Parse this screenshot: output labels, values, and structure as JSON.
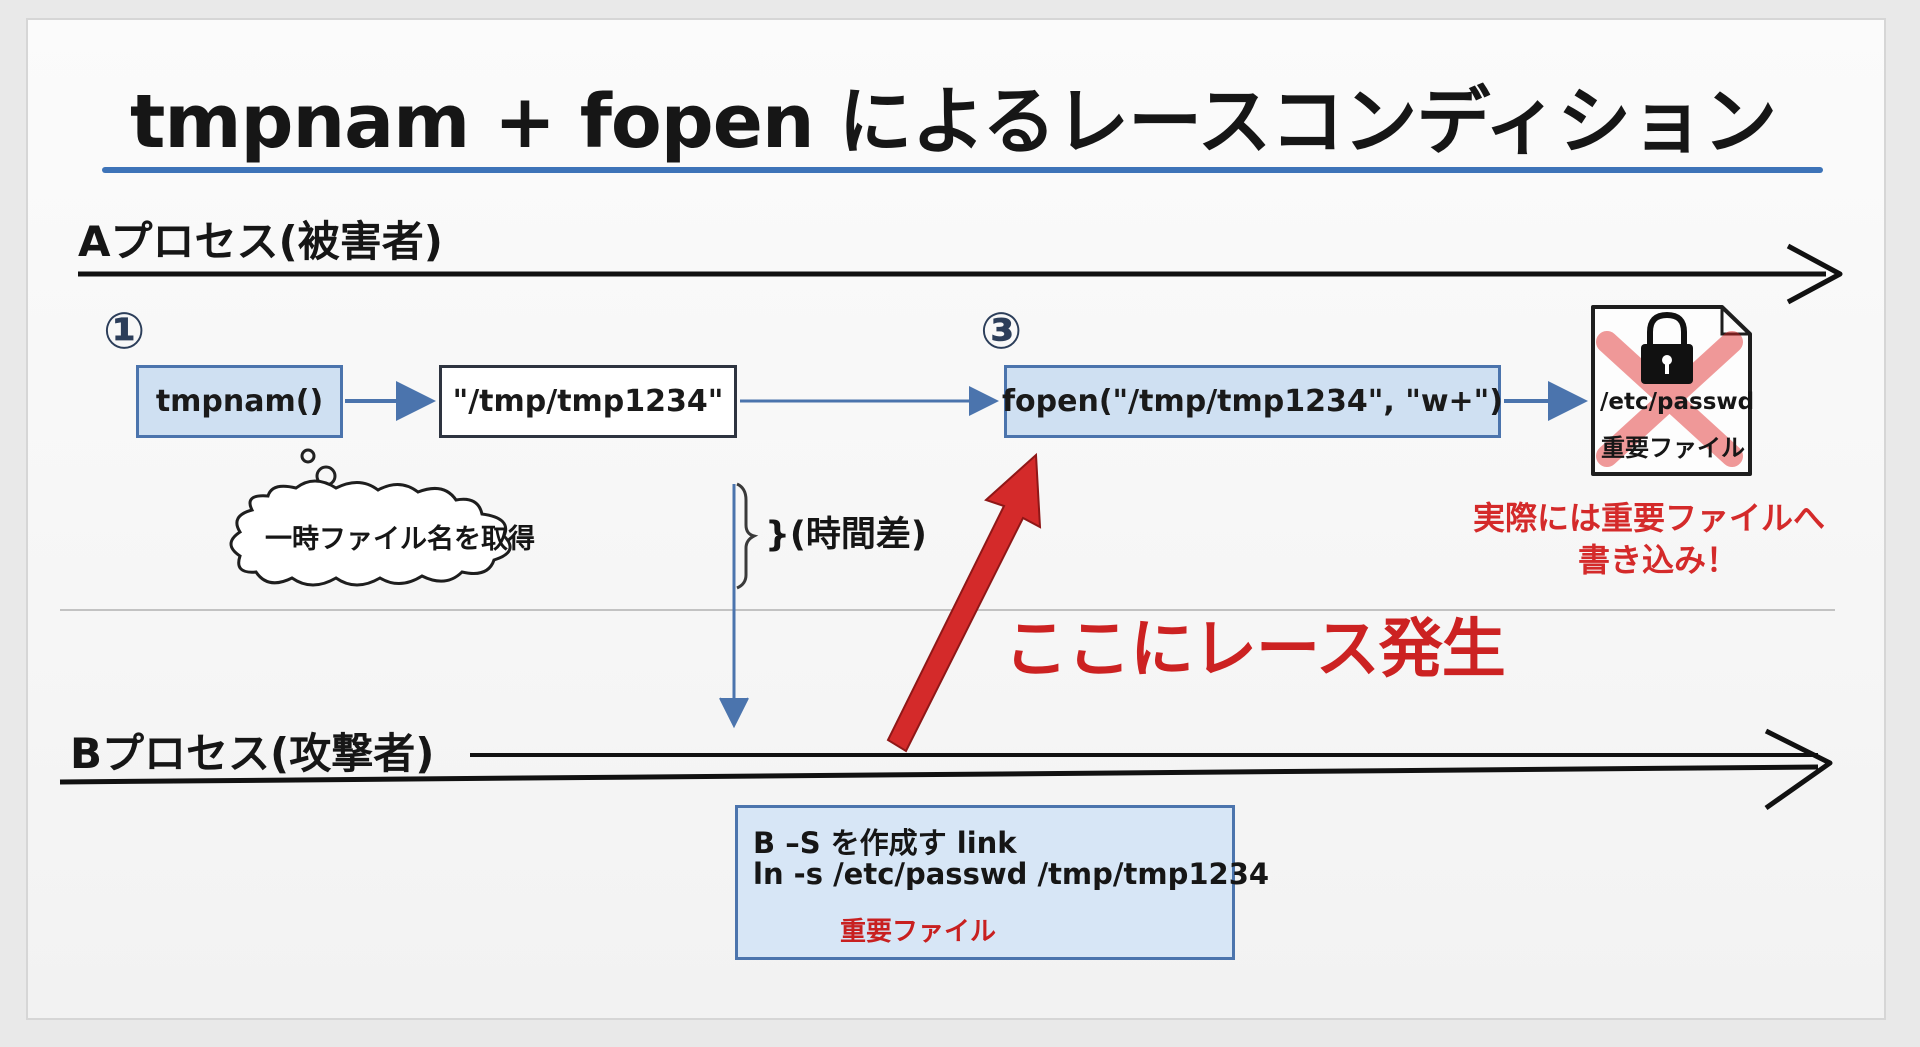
{
  "title": "tmpnam + fopen によるレースコンディション",
  "lanes": {
    "a_label": "Aプロセス(被害者)",
    "b_label": "Bプロセス(攻撃者)"
  },
  "steps": {
    "one": "①",
    "three": "③"
  },
  "boxes": {
    "tmpnam": "tmpnam()",
    "tmp_path": "\"/tmp/tmp1234\"",
    "fopen": "fopen(\"/tmp/tmp1234\", \"w+\")"
  },
  "cloud_text": "一時ファイル名を取得",
  "time_diff": "}(時間差)",
  "race": "ここにレース発生",
  "file": {
    "path": "/etc/passwd",
    "caption": "重要ファイル"
  },
  "real_write": {
    "line1": "実際には重要ファイルへ",
    "line2": "書き込み！"
  },
  "attack": {
    "line1": "B –S を作成す link",
    "line2": "ln -s /etc/passwd /tmp/tmp1234",
    "important": "重要ファイル"
  },
  "colors": {
    "accent_blue": "#4b74ad",
    "box_blue": "#cfe0f2",
    "alert_red": "#d42a2a",
    "title_underline": "#3d73b8"
  },
  "icons": {
    "lock": "lock-icon",
    "cross": "cross-icon",
    "document": "document-icon"
  }
}
